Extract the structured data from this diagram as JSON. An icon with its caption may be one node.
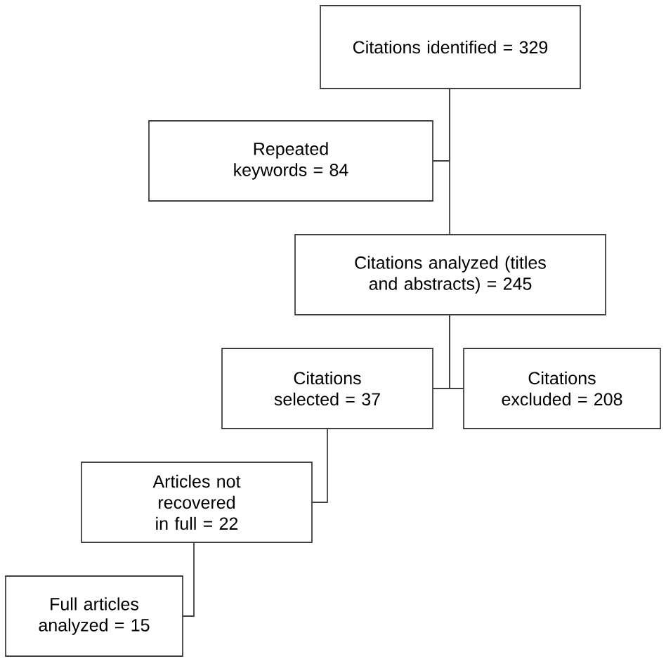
{
  "diagram": {
    "nodes": [
      {
        "text": [
          "Citations identified = 329"
        ]
      },
      {
        "text": [
          "Repeated keywords = 84"
        ]
      },
      {
        "text": [
          "Citations analyzed (titles and abstracts) = 245"
        ]
      },
      {
        "text": [
          "Citations selected = 37"
        ]
      },
      {
        "text": [
          "Citations excluded = 208"
        ]
      },
      {
        "text": [
          "Articles not recovered in full = 22"
        ]
      },
      {
        "text": [
          "Full articles analyzed = 15"
        ]
      }
    ],
    "edges": [
      {
        "from": 0,
        "to": 1,
        "arrow": "none"
      },
      {
        "from": 0,
        "to": 2,
        "arrow": "none"
      },
      {
        "from": 2,
        "to": 3,
        "arrow": "none"
      },
      {
        "from": 2,
        "to": 4,
        "arrow": "none"
      },
      {
        "from": 3,
        "to": 5,
        "arrow": "none"
      },
      {
        "from": 5,
        "to": 6,
        "arrow": "none"
      }
    ]
  }
}
